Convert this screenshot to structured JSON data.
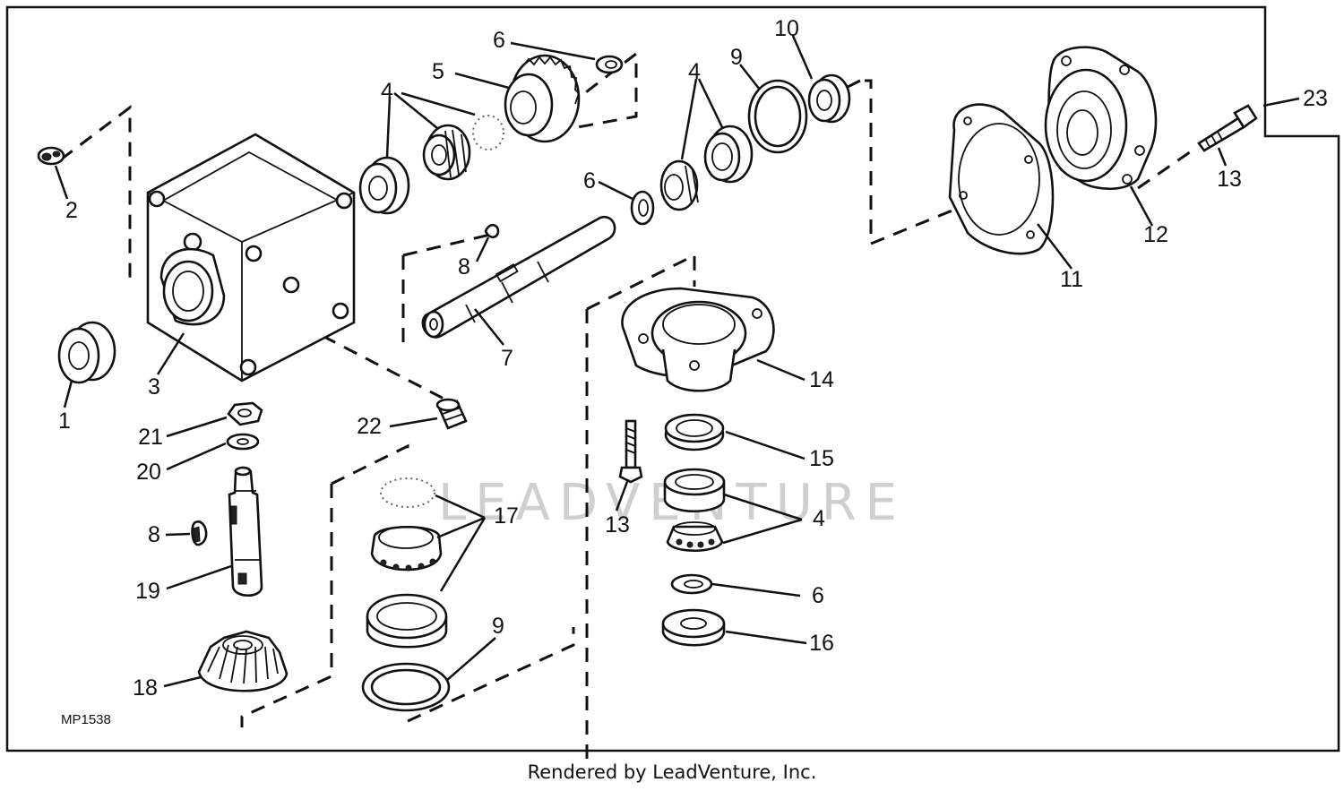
{
  "figure_code": "MP1538",
  "watermark": "LEADVENTURE",
  "footer": "Rendered by LeadVenture, Inc.",
  "callouts": {
    "c1": "1",
    "c2": "2",
    "c3": "3",
    "c4a": "4",
    "c4b": "4",
    "c4c": "4",
    "c5": "5",
    "c6a": "6",
    "c6b": "6",
    "c6c": "6",
    "c7": "7",
    "c8a": "8",
    "c8b": "8",
    "c9a": "9",
    "c9b": "9",
    "c10": "10",
    "c11": "11",
    "c12": "12",
    "c13a": "13",
    "c13b": "13",
    "c14": "14",
    "c15": "15",
    "c16": "16",
    "c17": "17",
    "c18": "18",
    "c19": "19",
    "c20": "20",
    "c21": "21",
    "c22": "22",
    "c23": "23"
  }
}
